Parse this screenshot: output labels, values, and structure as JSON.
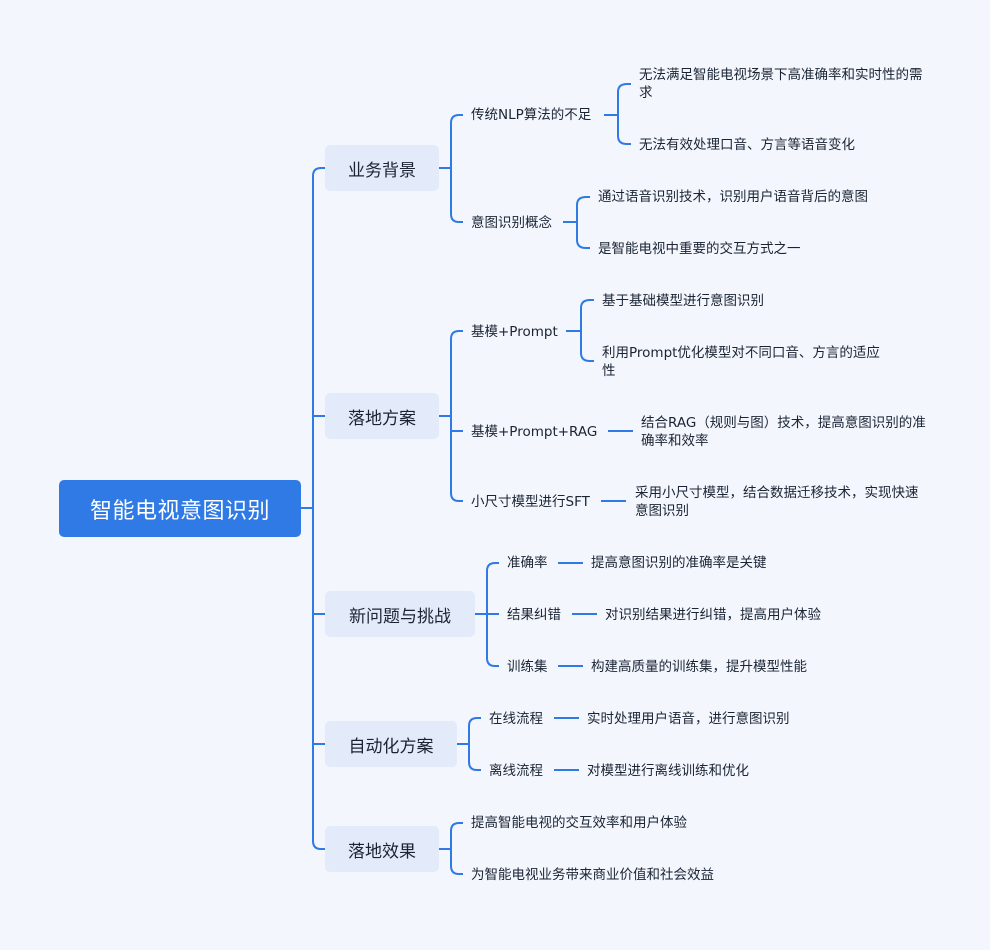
{
  "root": {
    "label": "智能电视意图识别"
  },
  "branches": [
    {
      "label": "业务背景",
      "children": [
        {
          "label": "传统NLP算法的不足",
          "children": [
            "无法满足智能电视场景下高准确率和实时性的需求",
            "无法有效处理口音、方言等语音变化"
          ]
        },
        {
          "label": "意图识别概念",
          "children": [
            "通过语音识别技术，识别用户语音背后的意图",
            "是智能电视中重要的交互方式之一"
          ]
        }
      ]
    },
    {
      "label": "落地方案",
      "children": [
        {
          "label": "基模+Prompt",
          "children": [
            "基于基础模型进行意图识别",
            "利用Prompt优化模型对不同口音、方言的适应性"
          ]
        },
        {
          "label": "基模+Prompt+RAG",
          "children": [
            "结合RAG（规则与图）技术，提高意图识别的准确率和效率"
          ]
        },
        {
          "label": "小尺寸模型进行SFT",
          "children": [
            "采用小尺寸模型，结合数据迁移技术，实现快速意图识别"
          ]
        }
      ]
    },
    {
      "label": "新问题与挑战",
      "children": [
        {
          "label": "准确率",
          "children": [
            "提高意图识别的准确率是关键"
          ]
        },
        {
          "label": "结果纠错",
          "children": [
            "对识别结果进行纠错，提高用户体验"
          ]
        },
        {
          "label": "训练集",
          "children": [
            "构建高质量的训练集，提升模型性能"
          ]
        }
      ]
    },
    {
      "label": "自动化方案",
      "children": [
        {
          "label": "在线流程",
          "children": [
            "实时处理用户语音，进行意图识别"
          ]
        },
        {
          "label": "离线流程",
          "children": [
            "对模型进行离线训练和优化"
          ]
        }
      ]
    },
    {
      "label": "落地效果",
      "children": [
        {
          "label": "提高智能电视的交互效率和用户体验"
        },
        {
          "label": "为智能电视业务带来商业价值和社会效益"
        }
      ]
    }
  ]
}
